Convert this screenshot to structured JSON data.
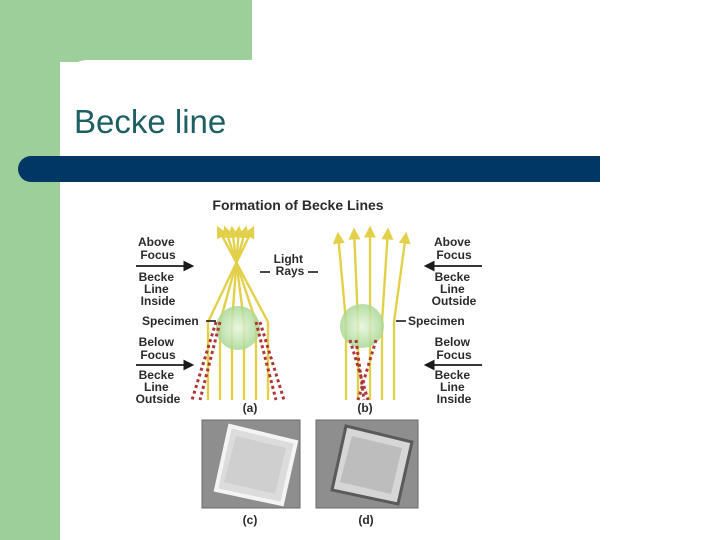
{
  "slide": {
    "title": "Becke line"
  },
  "figure": {
    "title": "Formation of Becke Lines",
    "left": {
      "above_focus": [
        "Above",
        "Focus"
      ],
      "becke_top": [
        "Becke",
        "Line",
        "Inside"
      ],
      "specimen": "Specimen",
      "below_focus": [
        "Below",
        "Focus"
      ],
      "becke_bottom": [
        "Becke",
        "Line",
        "Outside"
      ]
    },
    "right": {
      "above_focus": [
        "Above",
        "Focus"
      ],
      "becke_top": [
        "Becke",
        "Line",
        "Outside"
      ],
      "specimen": "Specimen",
      "below_focus": [
        "Below",
        "Focus"
      ],
      "becke_bottom": [
        "Becke",
        "Line",
        "Inside"
      ]
    },
    "light_rays": [
      "Light",
      "Rays"
    ],
    "panel_labels": [
      "(a)",
      "(b)",
      "(c)",
      "(d)"
    ],
    "colors": {
      "ray": "#e3d04a",
      "ray_dark": "#b8a62a",
      "becke_dots": "#b03535",
      "specimen": "#b8e0a6",
      "photo_bg": "#8e8e8e",
      "photo_crystal": "#dcdcdc"
    }
  }
}
